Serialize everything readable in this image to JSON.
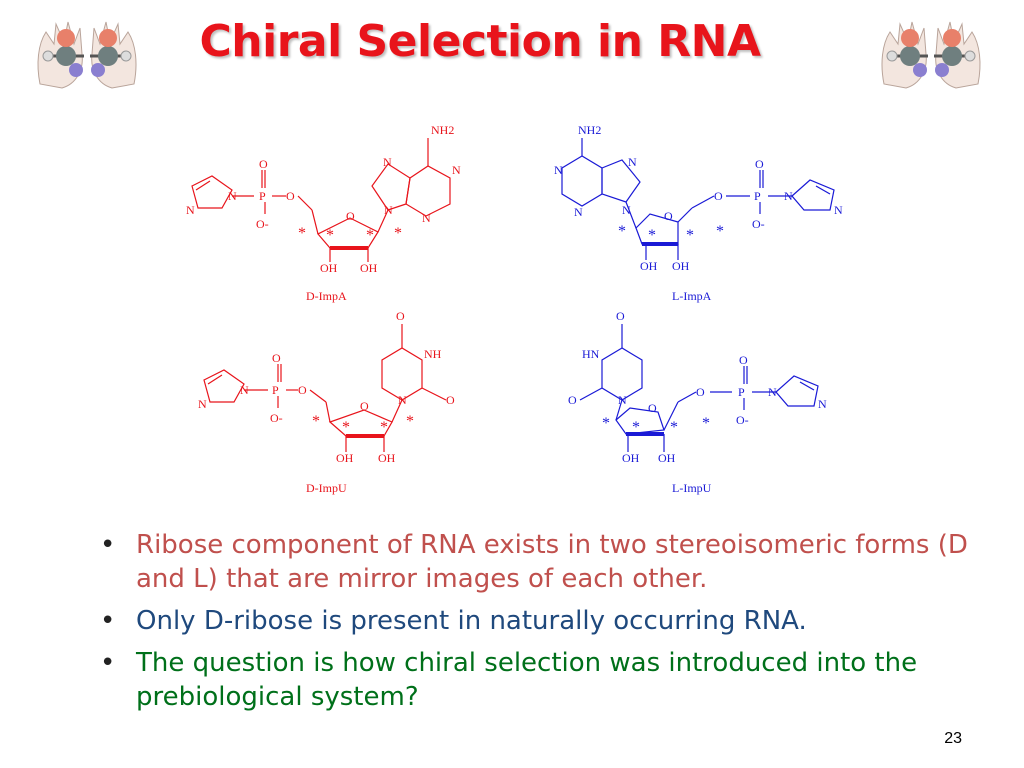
{
  "slide": {
    "title": "Chiral Selection in RNA",
    "page_number": "23"
  },
  "colors": {
    "title": "#e8141b",
    "d_isomer": "#e8141b",
    "l_isomer": "#1a1ad6",
    "bullet1": "#c0504d",
    "bullet2": "#1f497d",
    "bullet3": "#00701a"
  },
  "molecules": [
    {
      "id": "d-impa",
      "caption": "D-ImpA",
      "color": "red"
    },
    {
      "id": "l-impa",
      "caption": "L-ImpA",
      "color": "blue"
    },
    {
      "id": "d-impu",
      "caption": "D-ImpU",
      "color": "red"
    },
    {
      "id": "l-impu",
      "caption": "L-ImpU",
      "color": "blue"
    }
  ],
  "atom_labels": {
    "nh2": "NH2",
    "n": "N",
    "o": "O",
    "p": "P",
    "oh": "OH",
    "nh": "NH",
    "hn": "HN",
    "o_minus": "O-",
    "star": "*"
  },
  "bullets": [
    {
      "text": "Ribose component of RNA exists in two stereoisomeric forms (D and L) that are mirror images of each other.",
      "color": "#c0504d"
    },
    {
      "text": "Only D-ribose is present in naturally occurring RNA.",
      "color": "#1f497d"
    },
    {
      "text": "The question is how chiral selection was introduced into the prebiological system?",
      "color": "#00701a"
    }
  ]
}
